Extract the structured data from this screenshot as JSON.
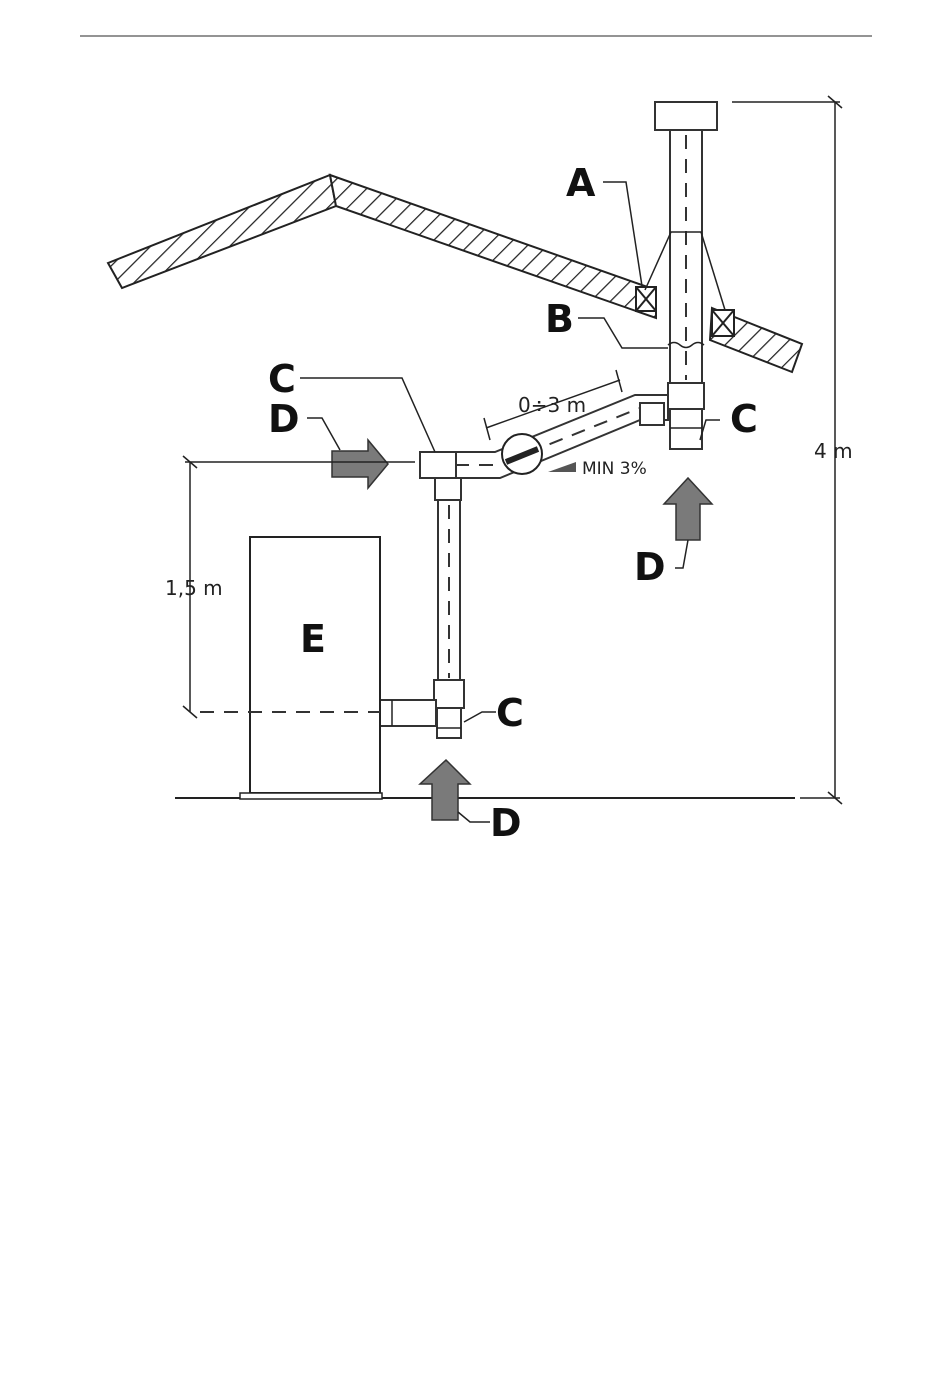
{
  "labels": {
    "a": "A",
    "b": "B",
    "c": "C",
    "d": "D",
    "e": "E"
  },
  "dimensions": {
    "horizontal_run": "0÷3 m",
    "total_height": "4 m",
    "appliance_height": "1,5 m",
    "slope": "MIN 3%"
  },
  "colors": {
    "arrow_fill": "#7a7a7a",
    "line": "#222222"
  }
}
